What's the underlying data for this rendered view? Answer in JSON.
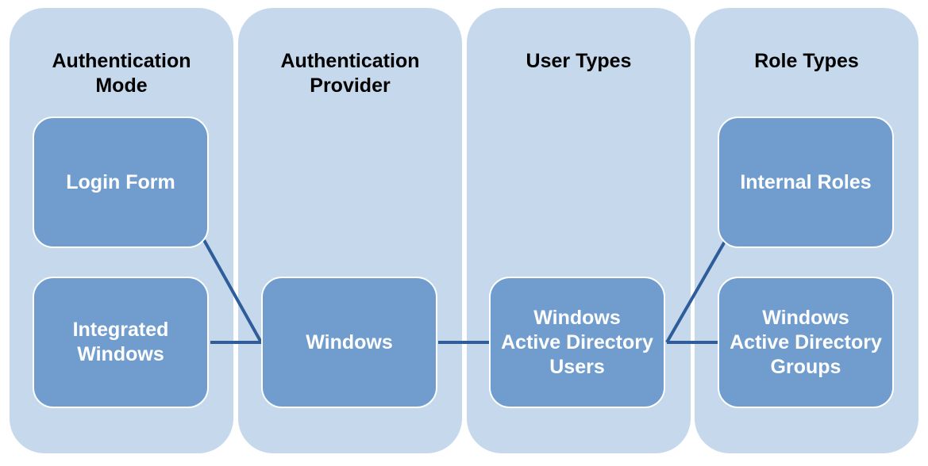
{
  "colors": {
    "lane_fill": "#c5d8ec",
    "node_fill": "#709dce",
    "connector": "#2e5d99",
    "node_text": "#ffffff"
  },
  "lanes": [
    {
      "title": "Authentication\nMode"
    },
    {
      "title": "Authentication\nProvider"
    },
    {
      "title": "User Types"
    },
    {
      "title": "Role Types"
    }
  ],
  "nodes": {
    "login_form": "Login Form",
    "integrated_windows": "Integrated\nWindows",
    "windows_provider": "Windows",
    "ad_users": "Windows\nActive Directory\nUsers",
    "internal_roles": "Internal Roles",
    "ad_groups": "Windows\nActive Directory\nGroups"
  },
  "connections": [
    {
      "from": "login_form",
      "to": "windows_provider"
    },
    {
      "from": "integrated_windows",
      "to": "windows_provider"
    },
    {
      "from": "windows_provider",
      "to": "ad_users"
    },
    {
      "from": "ad_users",
      "to": "internal_roles"
    },
    {
      "from": "ad_users",
      "to": "ad_groups"
    }
  ]
}
